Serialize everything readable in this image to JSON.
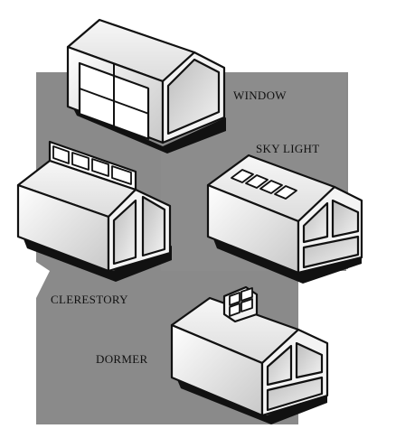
{
  "labels": {
    "window": "WINDOW",
    "skylight": "SKY LIGHT",
    "clerestory": "CLERESTORY",
    "dormer": "DORMER"
  },
  "colors": {
    "backdrop": "#8a8a8a",
    "paper": "#ffffff",
    "ink": "#111111",
    "face_light": "#f4f4f4",
    "face_mid": "#d6d6d6",
    "face_dark": "#a9a9a9",
    "shadow": "#222222"
  }
}
